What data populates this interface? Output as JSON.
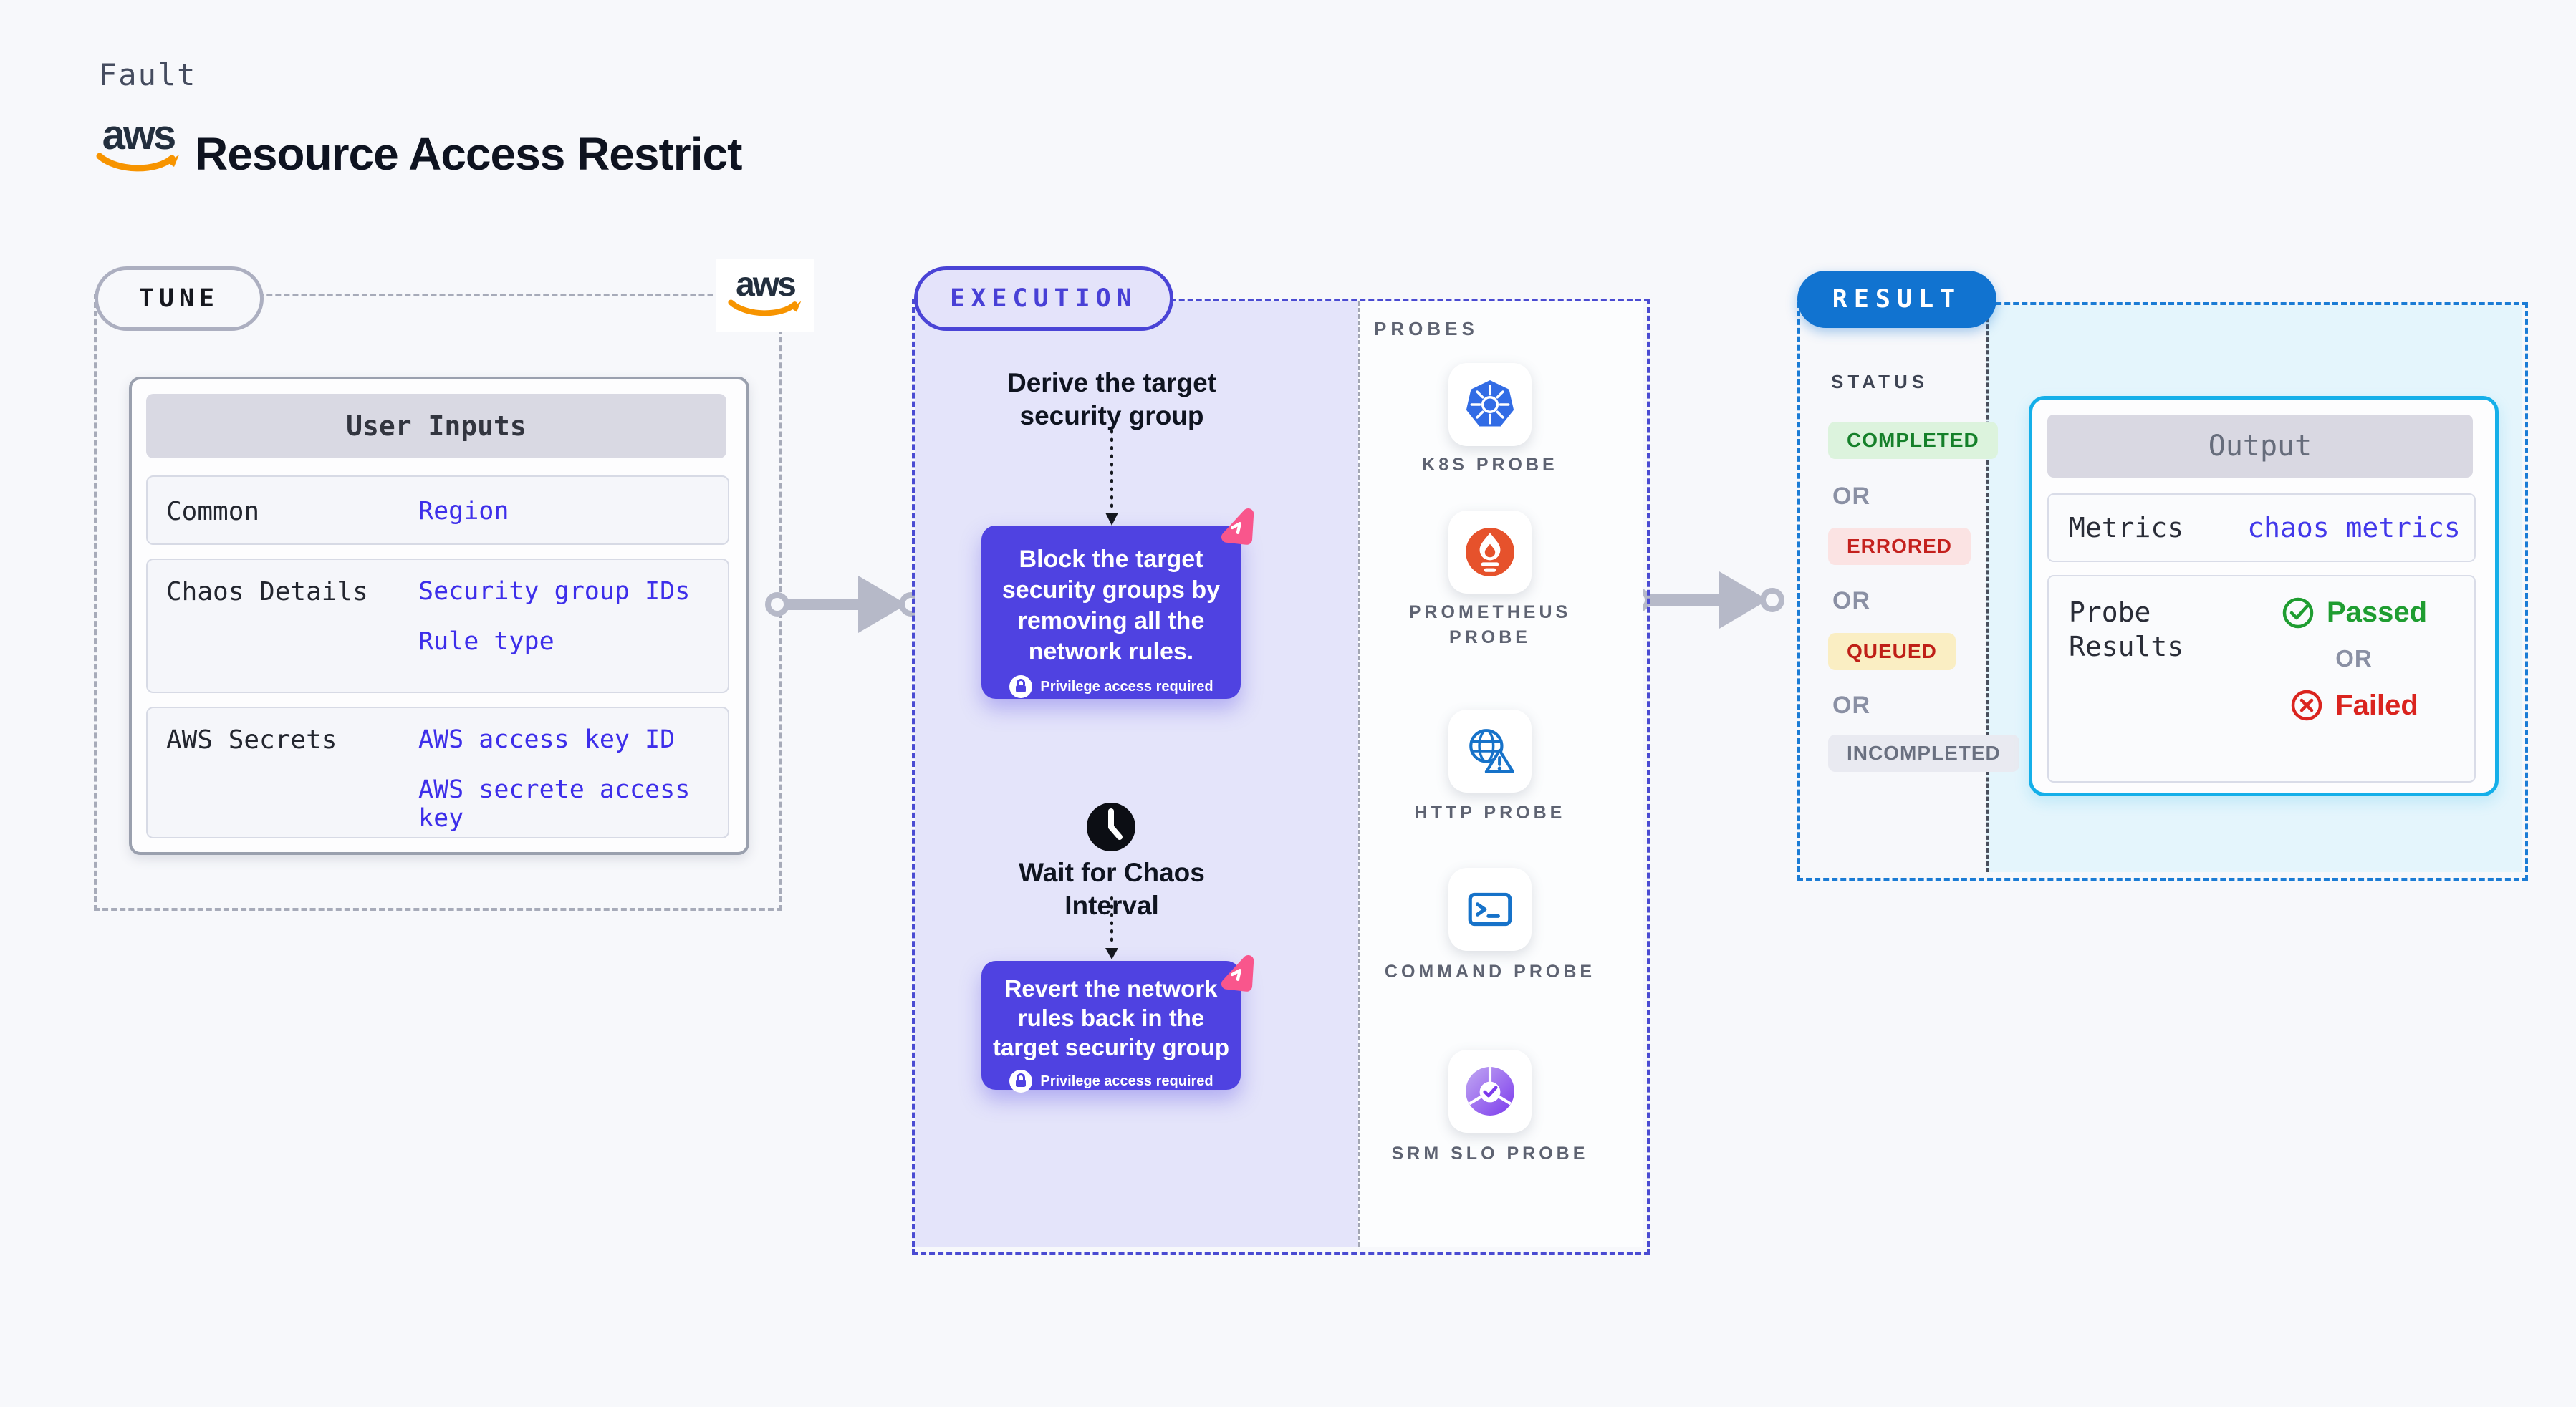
{
  "header": {
    "kicker": "Fault",
    "title": "Resource Access Restrict",
    "aws_logo_text": "aws"
  },
  "tune": {
    "pill": "TUNE",
    "aws_logo_text": "aws",
    "table": {
      "header": "User Inputs",
      "rows": [
        {
          "label": "Common",
          "values": [
            "Region"
          ]
        },
        {
          "label": "Chaos Details",
          "values": [
            "Security group IDs",
            "Rule type"
          ]
        },
        {
          "label": "AWS Secrets",
          "values": [
            "AWS access key ID",
            "AWS secrete access key"
          ]
        }
      ]
    }
  },
  "execution": {
    "pill": "EXECUTION",
    "derive_step": {
      "line1": "Derive the target",
      "line2": "security group"
    },
    "block_card": {
      "lines": [
        "Block the target",
        "security groups by",
        "removing all the",
        "network rules."
      ],
      "privilege": "Privilege access required"
    },
    "wait_step": {
      "line1": "Wait for Chaos",
      "line2": "Interval"
    },
    "revert_card": {
      "lines": [
        "Revert the network",
        "rules back in the",
        "target security group"
      ],
      "privilege": "Privilege access required"
    }
  },
  "probes": {
    "label": "PROBES",
    "items": [
      {
        "name": "K8S PROBE",
        "icon": "kubernetes-icon"
      },
      {
        "name": "PROMETHEUS PROBE",
        "icon": "prometheus-icon"
      },
      {
        "name": "HTTP PROBE",
        "icon": "http-globe-warning-icon"
      },
      {
        "name": "COMMAND PROBE",
        "icon": "terminal-icon"
      },
      {
        "name": "SRM SLO PROBE",
        "icon": "slo-pie-check-icon"
      }
    ]
  },
  "result": {
    "pill": "RESULT",
    "status_label": "STATUS",
    "or_label": "OR",
    "statuses": [
      {
        "label": "COMPLETED",
        "bg": "#dcf3dd",
        "color": "#15802a"
      },
      {
        "label": "ERRORED",
        "bg": "#fbe3e3",
        "color": "#c4211e"
      },
      {
        "label": "QUEUED",
        "bg": "#faeec3",
        "color": "#bf1f17"
      },
      {
        "label": "INCOMPLETED",
        "bg": "#e9eaf1",
        "color": "#6a7080"
      }
    ],
    "output": {
      "header": "Output",
      "metrics_label": "Metrics",
      "metrics_value": "chaos metrics",
      "probe_results_line1": "Probe",
      "probe_results_line2": "Results",
      "passed": "Passed",
      "or": "OR",
      "failed": "Failed"
    }
  },
  "colors": {
    "accent_indigo": "#4a44d6",
    "card_purple": "#4f42e1",
    "result_blue": "#1173d0",
    "cyan_border": "#14afe9",
    "value_blue": "#3d2eea",
    "aws_orange": "#f79400",
    "chaos_pink": "#f9568c",
    "passed_green": "#1f9d31",
    "failed_red": "#da241f"
  }
}
